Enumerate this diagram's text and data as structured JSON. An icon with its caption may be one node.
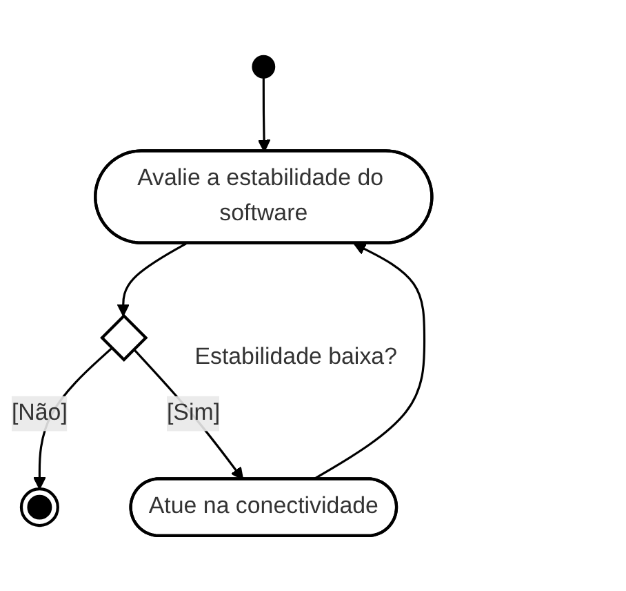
{
  "diagram": {
    "nodes": [
      {
        "text": [],
        "shape": "circle"
      },
      {
        "text": [
          "Avalie a estabilidade do software"
        ]
      },
      {
        "text": [],
        "shape": "diamond",
        "beside": [
          "Estabilidade baixa?"
        ]
      },
      {
        "text": [],
        "shape": "circle"
      },
      {
        "text": [
          "Atue na conectividade"
        ]
      }
    ],
    "edges": [
      {
        "from": 0,
        "to": 1,
        "arrow": "to"
      },
      {
        "from": 1,
        "to": 2,
        "arrow": "to"
      },
      {
        "from": 2,
        "to": 3,
        "arrow": "to",
        "label": "[Não]"
      },
      {
        "from": 2,
        "to": 4,
        "arrow": "to",
        "label": "[Sim]"
      },
      {
        "from": 4,
        "to": 1,
        "arrow": "to"
      }
    ]
  }
}
